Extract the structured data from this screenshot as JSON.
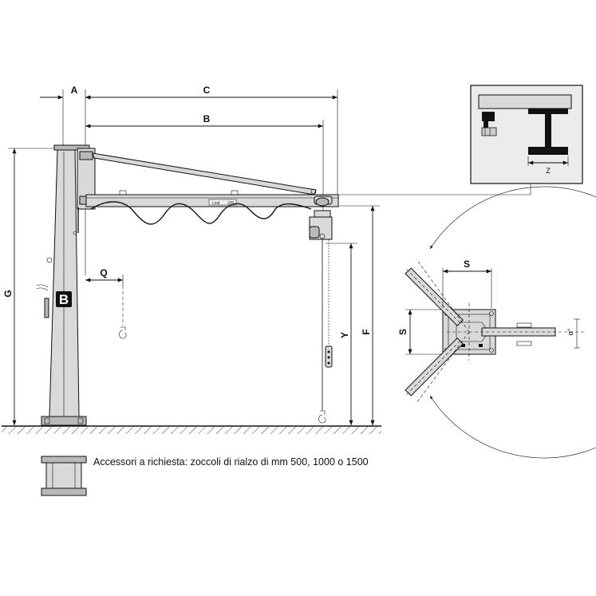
{
  "dimensions": {
    "A": "A",
    "B": "B",
    "C": "C",
    "G": "G",
    "Q": "Q",
    "Y": "Y",
    "F": "F",
    "S_top": "S",
    "S_side": "S",
    "Z": "Z",
    "alpha": "α°"
  },
  "boom_label": {
    "brand": "Lind",
    "capacity": "200"
  },
  "column_logo": "B",
  "caption": "Accessori a richiesta: zoccoli di rialzo di mm 500, 1000 o 1500"
}
